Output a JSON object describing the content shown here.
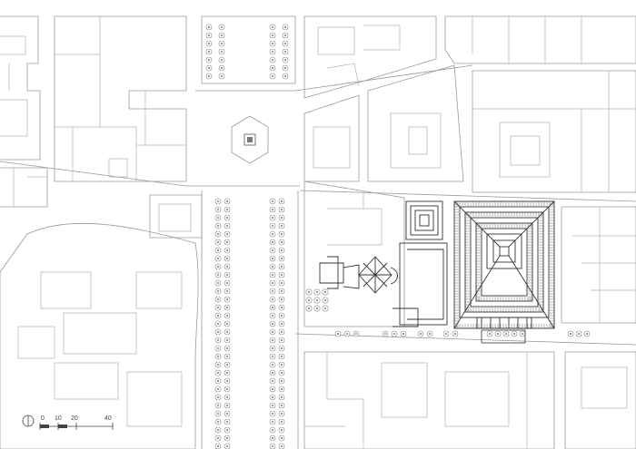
{
  "scale_bar": {
    "ticks": [
      "0",
      "10",
      "20",
      "40"
    ]
  },
  "icons": {
    "north": "north-arrow-icon"
  }
}
